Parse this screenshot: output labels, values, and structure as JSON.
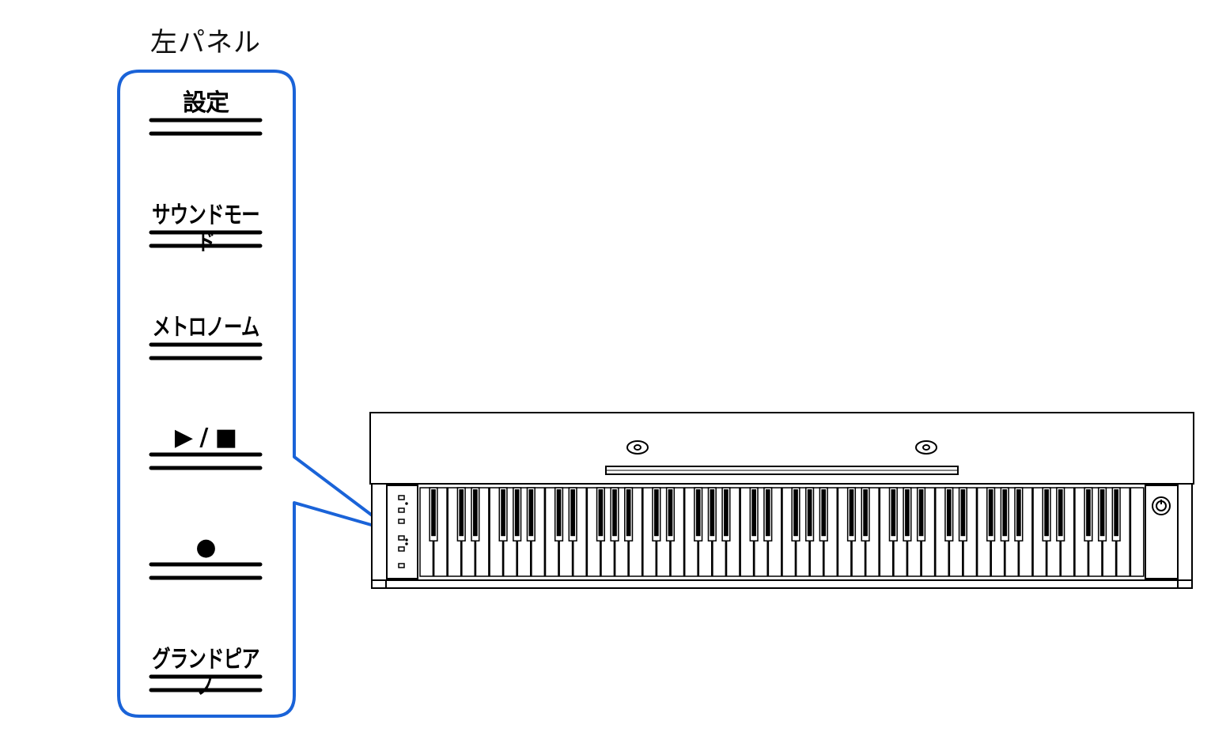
{
  "left_panel": {
    "title": "左パネル",
    "buttons": [
      {
        "id": "settings",
        "label": "設定"
      },
      {
        "id": "sound-mode",
        "label": "サウンドモード"
      },
      {
        "id": "metronome",
        "label": "メトロノーム"
      },
      {
        "id": "play-stop",
        "label": "▶ / ■"
      },
      {
        "id": "record",
        "label": "●"
      },
      {
        "id": "grand-piano",
        "label": "グランドピアノ"
      }
    ]
  },
  "colors": {
    "callout_border": "#1a63d8",
    "line": "#000000",
    "background": "#ffffff"
  },
  "piano": {
    "white_key_count": 52,
    "has_volume_knob": true,
    "music_rest_holes": 2
  }
}
